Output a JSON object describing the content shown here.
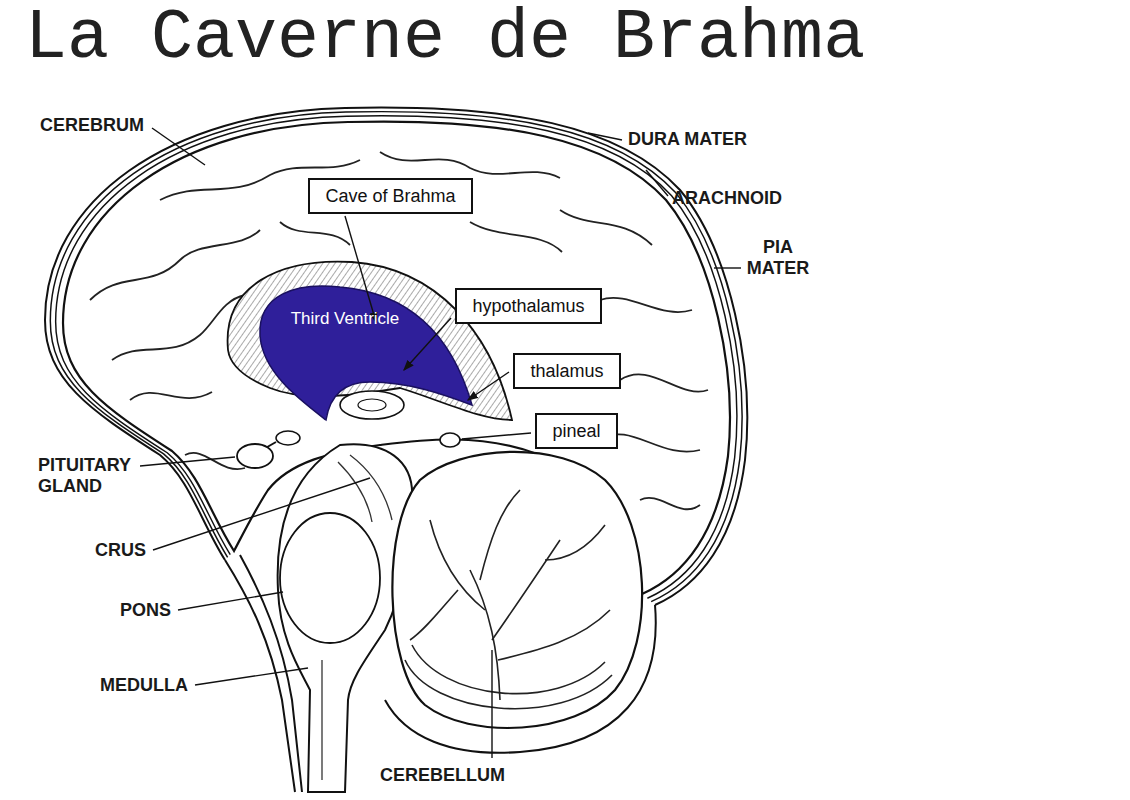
{
  "diagram": {
    "title": "La Caverne de Brahma",
    "nodes": [
      {
        "text": [
          "Cave of Brahma"
        ]
      },
      {
        "text": [
          "hypothalamus"
        ]
      },
      {
        "text": [
          "thalamus"
        ]
      },
      {
        "text": [
          "pineal"
        ]
      }
    ],
    "labels": [
      "CEREBRUM",
      "DURA MATER",
      "ARACHNOID",
      "PIA MATER",
      "Third Ventricle",
      "PITUITARY GLAND",
      "CRUS",
      "PONS",
      "MEDULLA",
      "CEREBELLUM"
    ]
  }
}
